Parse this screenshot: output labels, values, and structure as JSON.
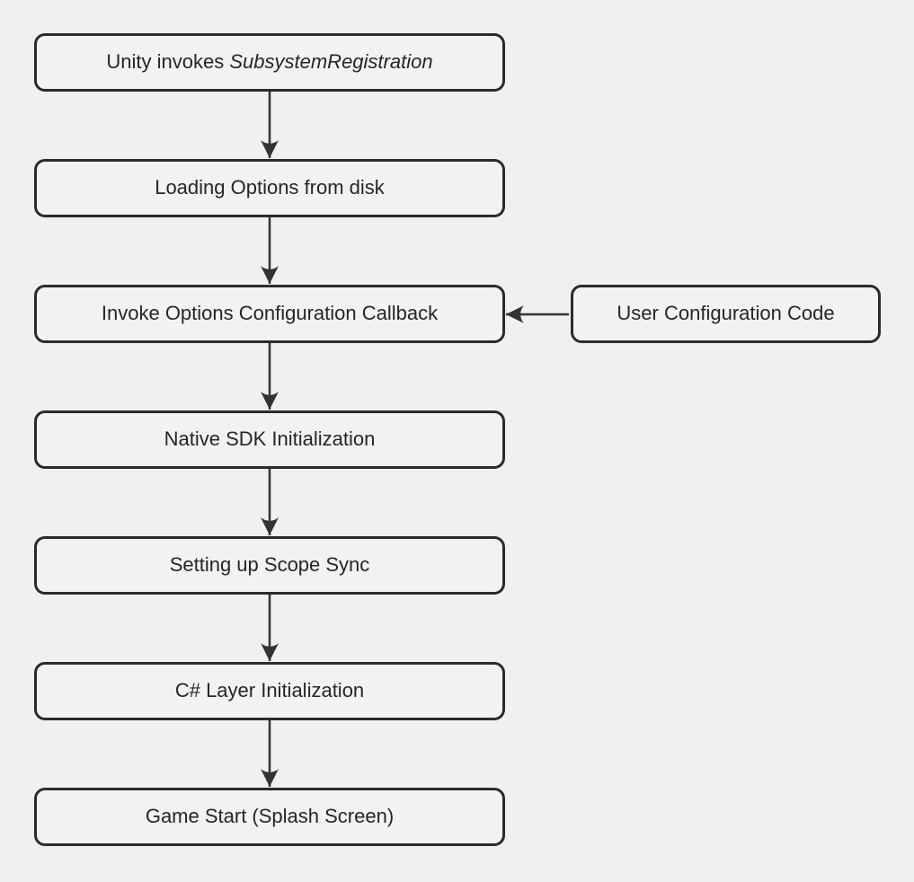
{
  "diagram": {
    "type": "flowchart",
    "colors": {
      "background": "#f0f0f0",
      "node_fill": "#f2f2f2",
      "node_border": "#2b2b2b",
      "arrow": "#333333",
      "text": "#262626"
    },
    "nodes": [
      {
        "id": "unity-invokes-subsystem-registration",
        "text_prefix": "Unity invokes ",
        "text_italic": "SubsystemRegistration"
      },
      {
        "id": "loading-options-from-disk",
        "text": "Loading Options from disk"
      },
      {
        "id": "invoke-options-configuration-callback",
        "text": "Invoke Options Configuration Callback"
      },
      {
        "id": "user-configuration-code",
        "text": "User Configuration Code"
      },
      {
        "id": "native-sdk-initialization",
        "text": "Native SDK Initialization"
      },
      {
        "id": "setting-up-scope-sync",
        "text": "Setting up Scope Sync"
      },
      {
        "id": "csharp-layer-initialization",
        "text": "C# Layer Initialization"
      },
      {
        "id": "game-start-splash-screen",
        "text": "Game Start (Splash Screen)"
      }
    ],
    "edges": [
      {
        "from": "unity-invokes-subsystem-registration",
        "to": "loading-options-from-disk",
        "direction": "down"
      },
      {
        "from": "loading-options-from-disk",
        "to": "invoke-options-configuration-callback",
        "direction": "down"
      },
      {
        "from": "user-configuration-code",
        "to": "invoke-options-configuration-callback",
        "direction": "left"
      },
      {
        "from": "invoke-options-configuration-callback",
        "to": "native-sdk-initialization",
        "direction": "down"
      },
      {
        "from": "native-sdk-initialization",
        "to": "setting-up-scope-sync",
        "direction": "down"
      },
      {
        "from": "setting-up-scope-sync",
        "to": "csharp-layer-initialization",
        "direction": "down"
      },
      {
        "from": "csharp-layer-initialization",
        "to": "game-start-splash-screen",
        "direction": "down"
      }
    ]
  }
}
